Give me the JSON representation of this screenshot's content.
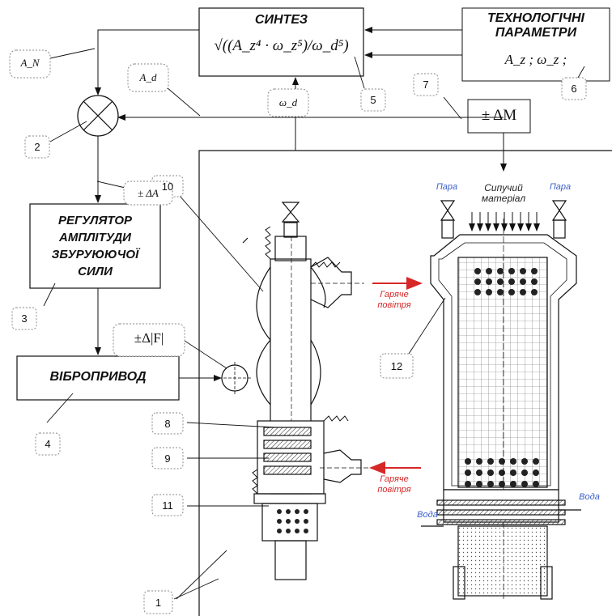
{
  "blocks": {
    "synthesis": {
      "title": "СИНТЕЗ",
      "formula": "√((A_z⁴ · ω_z⁵)/ω_d⁵)"
    },
    "tech_params": {
      "title_line1": "ТЕХНОЛОГІЧНІ",
      "title_line2": "ПАРАМЕТРИ",
      "params": "A_z ; ω_z ;"
    },
    "regulator": {
      "line1": "РЕГУЛЯТОР",
      "line2": "АМПЛІТУДИ",
      "line3": "ЗБУРУЮЮЧОЇ",
      "line4": "СИЛИ"
    },
    "vibrodrive": {
      "title": "ВІБРОПРИВОД"
    },
    "mass_change": {
      "label": "± ΔM"
    },
    "force_change": {
      "label": "±Δ|F|"
    }
  },
  "signals": {
    "a_n": "A_N",
    "a_d": "A_d",
    "omega_d": "ω_d",
    "delta_a": "± ΔA"
  },
  "callouts": [
    "1",
    "2",
    "3",
    "4",
    "5",
    "6",
    "7",
    "8",
    "9",
    "10",
    "11",
    "12"
  ],
  "flow_labels": {
    "hot_air_top": "Гаряче повітря",
    "hot_air_bottom": "Гаряче повітря",
    "steam_left": "Пара",
    "steam_right": "Пара",
    "bulk_material": "Сипучий матеріал",
    "water_in": "Вода",
    "water_out": "Вода"
  },
  "colors": {
    "red_arrow": "#d62828",
    "blue_text": "#3a5fc8"
  }
}
